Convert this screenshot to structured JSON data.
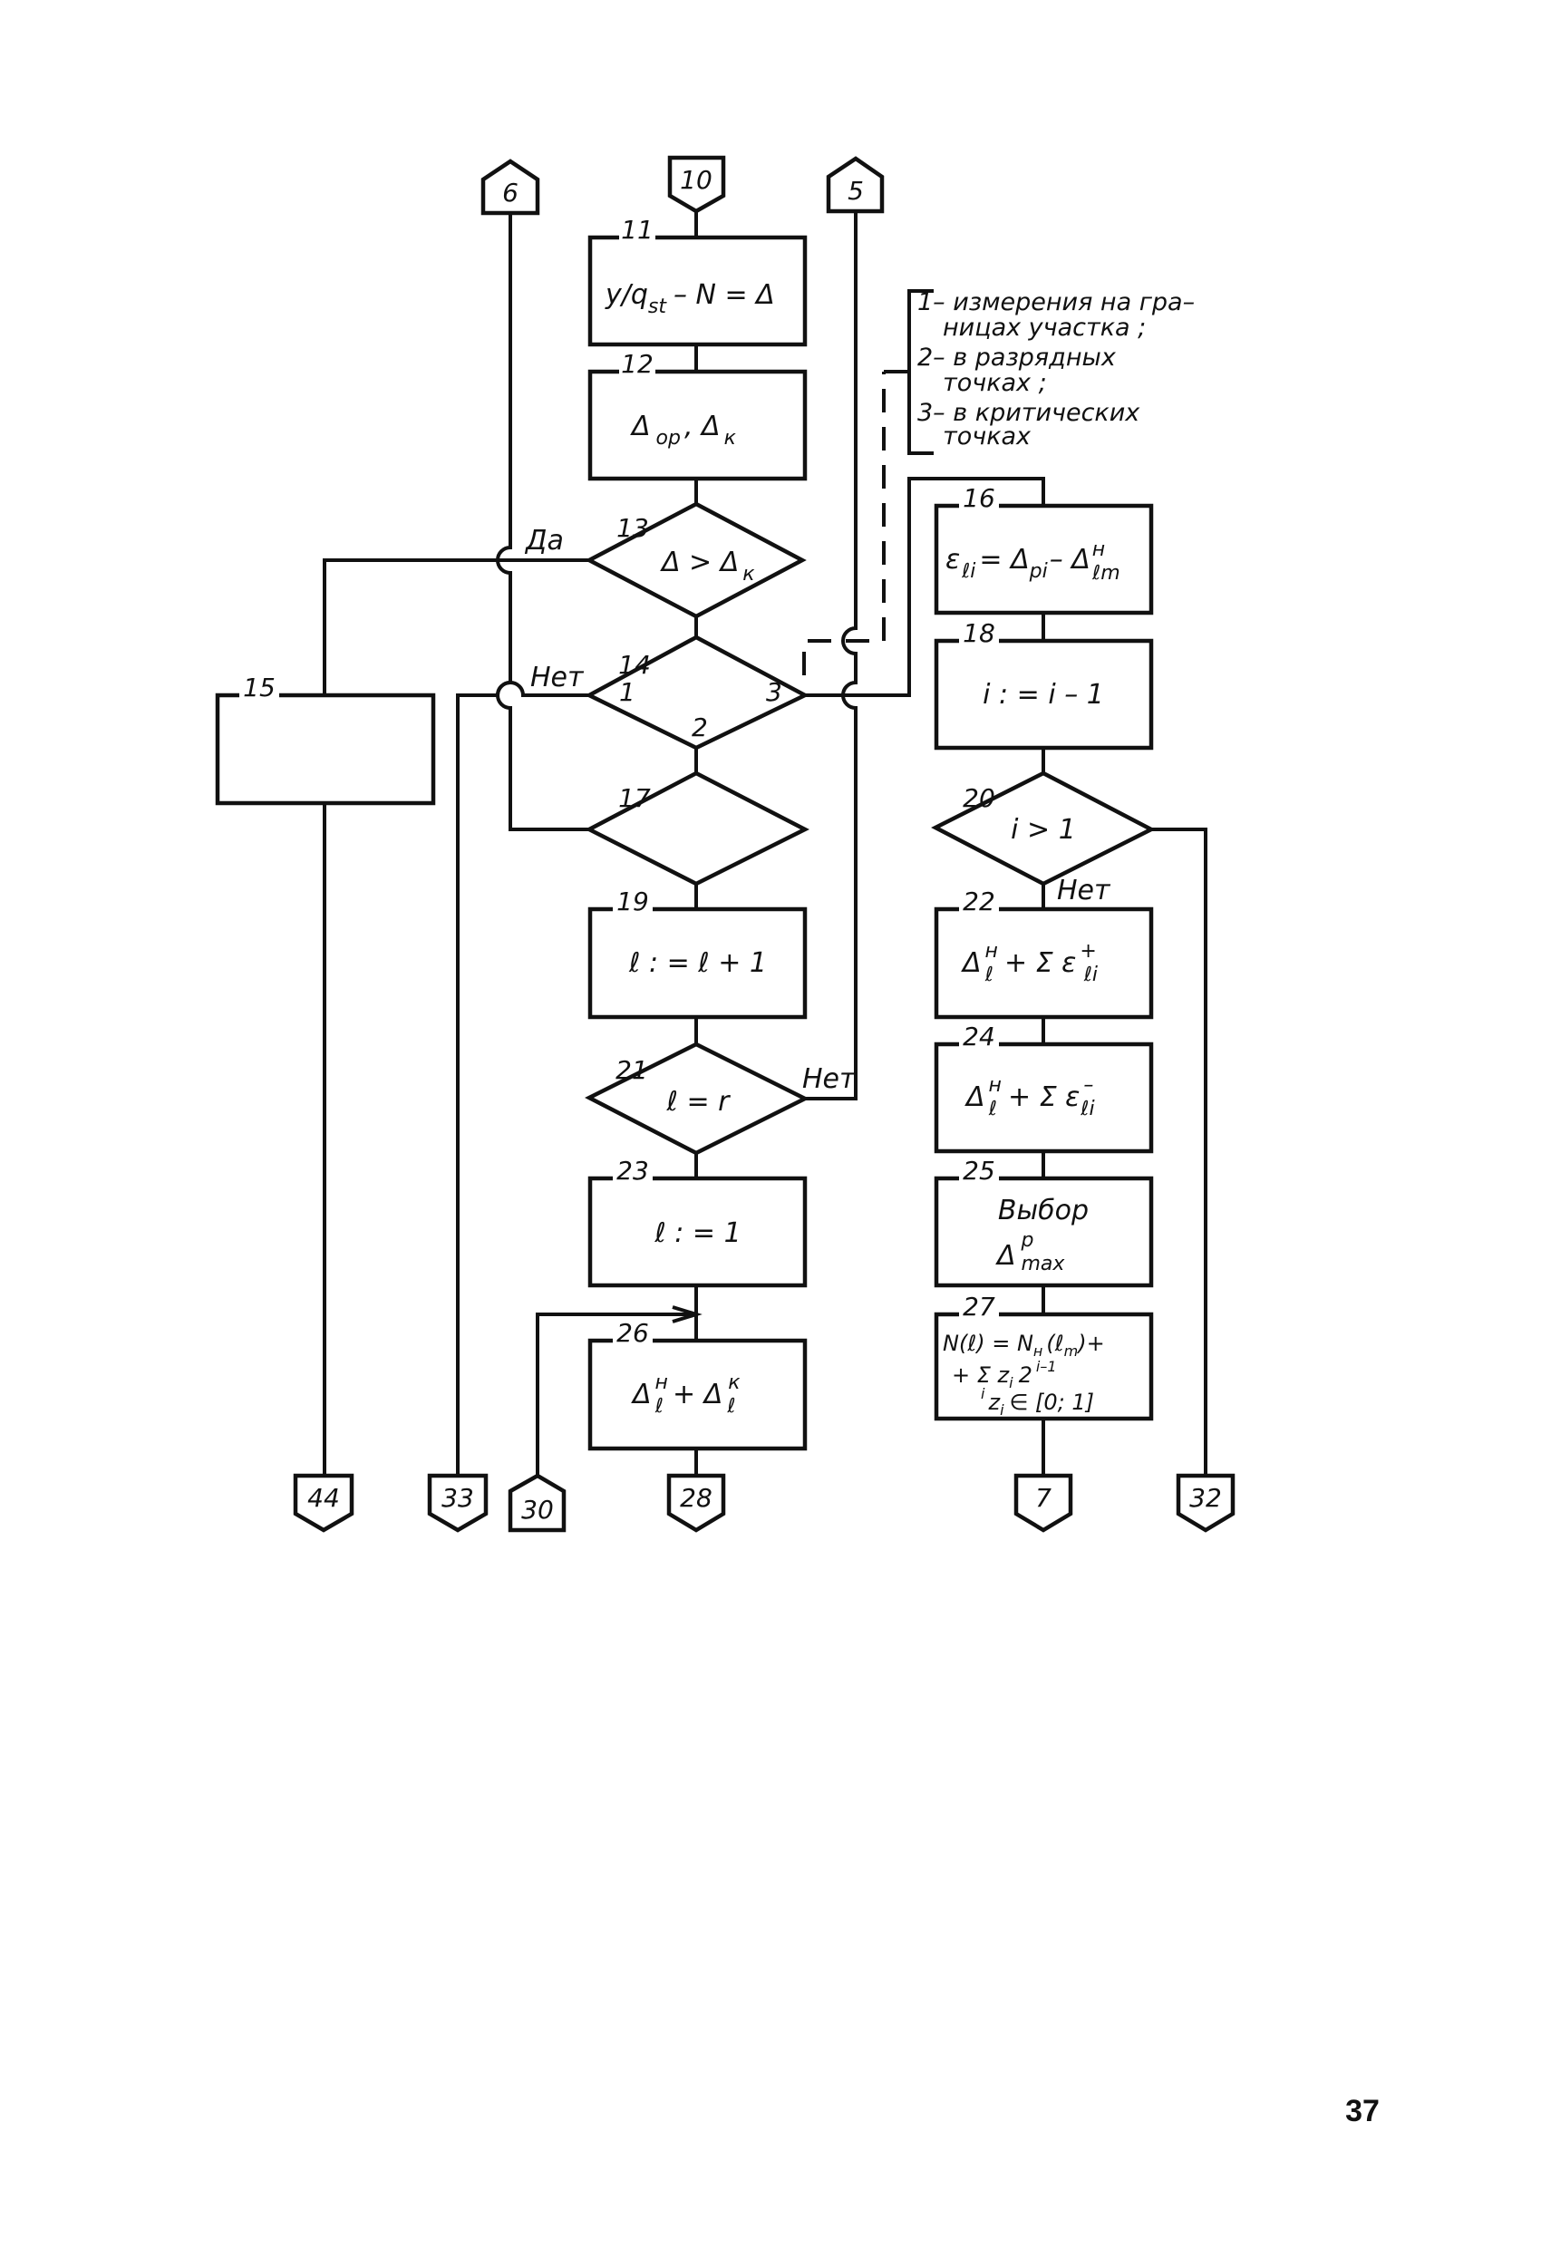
{
  "connectors": {
    "c6": "6",
    "c10": "10",
    "c5": "5",
    "c44": "44",
    "c33": "33",
    "c30": "30",
    "c28": "28",
    "c7": "7",
    "c32": "32"
  },
  "blocks": {
    "b11": {
      "num": "11",
      "main": "y/q",
      "sub": "st",
      "tail": "– N = Δ"
    },
    "b12": {
      "num": "12",
      "text": "Δ",
      "sub1": "op",
      "mid": ", Δ",
      "sub2": "к"
    },
    "b13": {
      "num": "13",
      "text": "Δ > Δ",
      "sub": "к"
    },
    "b14": {
      "num": "14",
      "out1": "1",
      "out2": "2",
      "out3": "3"
    },
    "b15": {
      "num": "15"
    },
    "b16": {
      "num": "16",
      "text": "ε",
      "sub1": "ℓi",
      "mid": "= Δ",
      "sub2": "pi",
      "mid2": "– Δ",
      "sup3": "н",
      "sub3": "ℓm"
    },
    "b17": {
      "num": "17"
    },
    "b18": {
      "num": "18",
      "text": "i : = i – 1"
    },
    "b19": {
      "num": "19",
      "text": "ℓ : = ℓ + 1"
    },
    "b20": {
      "num": "20",
      "text": "i > 1"
    },
    "b21": {
      "num": "21",
      "text": "ℓ = r"
    },
    "b22": {
      "num": "22",
      "text": "Δ",
      "sup1": "н",
      "sub1": "ℓ",
      "mid": "+ Σ ε",
      "sup2": "+",
      "sub2": "ℓi"
    },
    "b23": {
      "num": "23",
      "text": "ℓ : = 1"
    },
    "b24": {
      "num": "24",
      "text": "Δ",
      "sup1": "н",
      "sub1": "ℓ",
      "mid": "+ Σ ε",
      "sup2": "–",
      "sub2": "ℓi"
    },
    "b25": {
      "num": "25",
      "line1": "Выбор",
      "text": "Δ",
      "sup": "p",
      "sub": "max"
    },
    "b26": {
      "num": "26",
      "text": "Δ",
      "sup1": "н",
      "sub1": "ℓ",
      "mid": "+ Δ",
      "sup2": "к",
      "sub2": "ℓ"
    },
    "b27": {
      "num": "27",
      "line1": "N(ℓ) = N",
      "line1_sub": "н",
      "line1_tail": "(ℓ",
      "line1_sub2": "m",
      "line1_end": ")+",
      "line2": "+ Σ z",
      "line2_sub": "i",
      "line2_tail": "2",
      "line2_sup": "i–1",
      "line3": "z",
      "line3_sub": "i",
      "line3_tail": "∈ [0; 1]",
      "line3_pre": "i"
    }
  },
  "edge_labels": {
    "yes13": "Да",
    "no14": "Нет",
    "no21": "Нет",
    "no20": "Нет"
  },
  "note": {
    "lines": [
      "1– измерения на гра–",
      "ницах участка ;",
      "2– в разрядных",
      "точках ;",
      "3– в критических",
      "точках"
    ]
  },
  "page_number": "37"
}
